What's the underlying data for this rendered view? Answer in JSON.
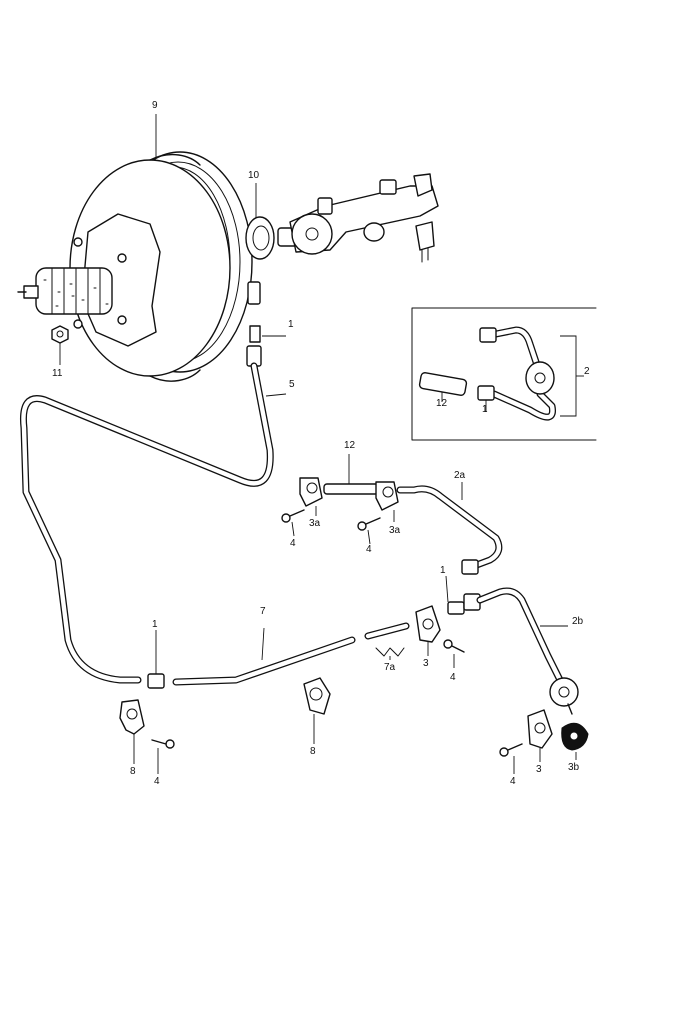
{
  "labels": {
    "booster": "9",
    "gasket": "10",
    "nut": "11",
    "connector_top": "1",
    "pipe_5": "5",
    "inset_2": "2",
    "inset_12": "12",
    "inset_1": "1",
    "hose_12": "12",
    "clip_3a_left": "3a",
    "clip_3a_right": "3a",
    "screw_4_left": "4",
    "screw_4_right": "4",
    "pipe_2a": "2a",
    "connector_mid": "1",
    "pipe_7": "7",
    "connector_left": "1",
    "pipe_2b": "2b",
    "clip_7a": "7a",
    "clip_3_mid": "3",
    "screw_4_mid": "4",
    "clamp_8_left": "8",
    "screw_4_lowleft": "4",
    "clamp_8_mid": "8",
    "screw_4_lowright": "4",
    "clip_3_right": "3",
    "clip_3b": "3b"
  }
}
